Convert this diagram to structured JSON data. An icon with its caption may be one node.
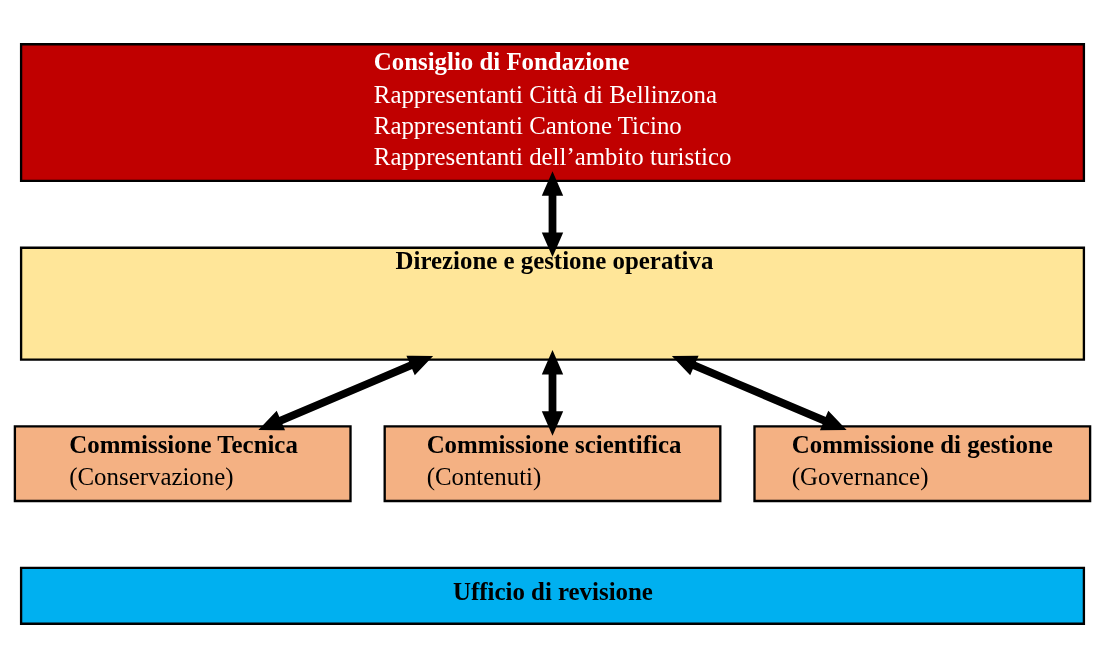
{
  "diagram": {
    "nodes": [
      {
        "text": [
          "Consiglio di Fondazione",
          "Rappresentanti Città di Bellinzona",
          "Rappresentanti Cantone Ticino",
          "Rappresentanti dell’ambito turistico"
        ]
      },
      {
        "text": [
          "Direzione e gestione operativa"
        ]
      },
      {
        "text": [
          "Commissione Tecnica",
          "(Conservazione)"
        ]
      },
      {
        "text": [
          "Commissione scientifica",
          "(Contenuti)"
        ]
      },
      {
        "text": [
          "Commissione di gestione",
          "(Governance)"
        ]
      },
      {
        "text": [
          "Ufficio di revisione"
        ]
      }
    ],
    "edges": [
      {
        "from": 0,
        "to": 1,
        "arrow": "both"
      },
      {
        "from": 1,
        "to": 2,
        "arrow": "both"
      },
      {
        "from": 1,
        "to": 3,
        "arrow": "both"
      },
      {
        "from": 1,
        "to": 4,
        "arrow": "both"
      }
    ]
  }
}
